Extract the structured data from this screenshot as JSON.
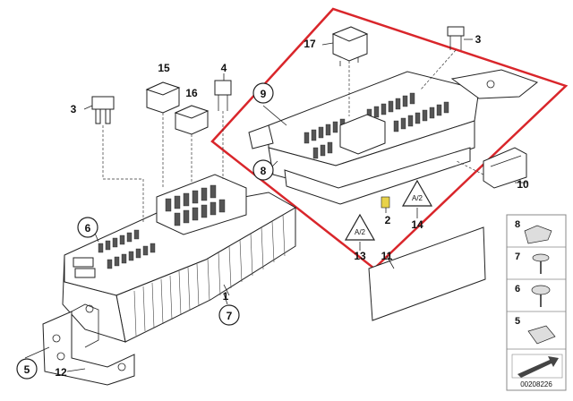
{
  "diagram": {
    "accent_color": "#d9262b",
    "callouts": {
      "c1": "1",
      "c2": "2",
      "c3a": "3",
      "c3b": "3",
      "c4": "4",
      "c5": "5",
      "c6": "6",
      "c7": "7",
      "c8": "8",
      "c9": "9",
      "c10": "10",
      "c11": "11",
      "c12": "12",
      "c13": "13",
      "c14": "14",
      "c15": "15",
      "c16": "16",
      "c17": "17"
    },
    "legend": [
      "8",
      "7",
      "6",
      "5"
    ],
    "image_code": "00208226"
  }
}
